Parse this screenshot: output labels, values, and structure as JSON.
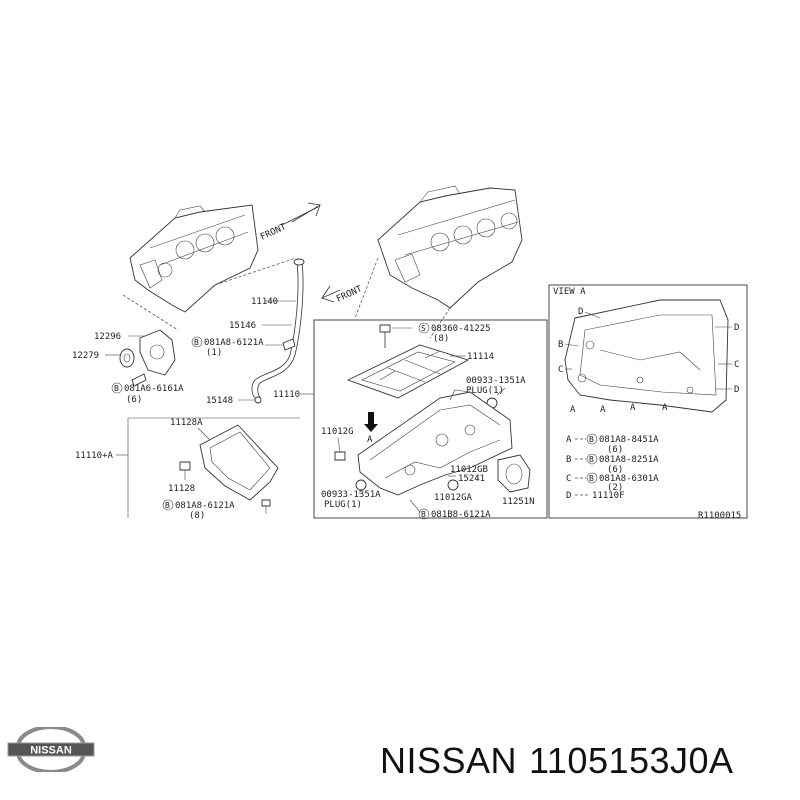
{
  "diagram": {
    "front_label_1": "FRONT",
    "front_label_2": "FRONT",
    "view_a_title": "VIEW A",
    "ref_code": "R1100015",
    "labels": {
      "p11140": "11140",
      "p15146": "15146",
      "p15148": "15148",
      "p11110": "11110",
      "p12296": "12296",
      "p12279": "12279",
      "p081A8_6121A_top": "081A8-6121A",
      "p081A8_6121A_top_qty": "(1)",
      "p081A6_6161A": "081A6-6161A",
      "p081A6_6161A_qty": "(6)",
      "p08360_41225": "08360-41225",
      "p08360_41225_qty": "(8)",
      "p11114": "11114",
      "p00933_1351A_right": "00933-1351A",
      "plug_right": "PLUG(1)",
      "p11012G": "11012G",
      "arrow_a": "A",
      "p11012GB": "11012GB",
      "p15241": "15241",
      "p11012GA": "11012GA",
      "p11251N": "11251N",
      "p00933_1351A_left": "00933-1351A",
      "plug_left": "PLUG(1)",
      "p081B8_6121A": "081B8-6121A",
      "p11110_plus_A": "11110+A",
      "p11128A": "11128A",
      "p11128": "11128",
      "p081A8_6121A_bottom": "081A8-6121A",
      "p081A8_6121A_bottom_qty": "(8)"
    },
    "legend": [
      {
        "key": "A",
        "code": "081A8-8451A",
        "qty": "(6)",
        "circled": true
      },
      {
        "key": "B",
        "code": "081A8-8251A",
        "qty": "(6)",
        "circled": true
      },
      {
        "key": "C",
        "code": "081A8-6301A",
        "qty": "(2)",
        "circled": true
      },
      {
        "key": "D",
        "code": "11110F",
        "qty": "",
        "circled": false
      }
    ],
    "view_markers": {
      "d_top": "D",
      "d_right1": "D",
      "d_right2": "D",
      "b": "B",
      "c1": "C",
      "c2": "C",
      "a1": "A",
      "a2": "A",
      "a3": "A",
      "a4": "A"
    },
    "circle_letter_s": "S",
    "circle_letter_b": "B"
  },
  "brand": {
    "logo_text": "NISSAN"
  },
  "title": {
    "brand": "NISSAN",
    "part_number": "1105153J0A"
  }
}
